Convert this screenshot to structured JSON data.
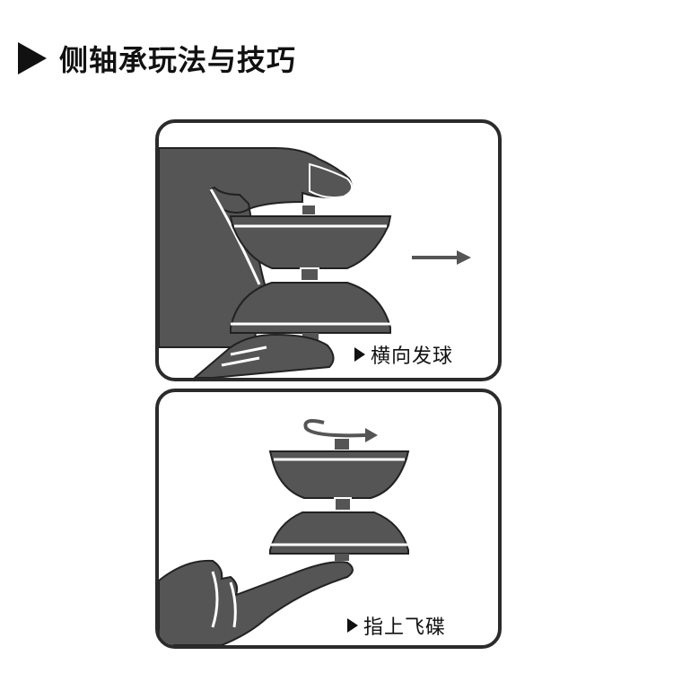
{
  "header": {
    "title": "侧轴承玩法与技巧"
  },
  "panels": [
    {
      "caption": "横向发球"
    },
    {
      "caption": "指上飞碟"
    }
  ],
  "colors": {
    "fill": "#555555",
    "stroke": "#222222",
    "frame": "#2b2b2b"
  }
}
